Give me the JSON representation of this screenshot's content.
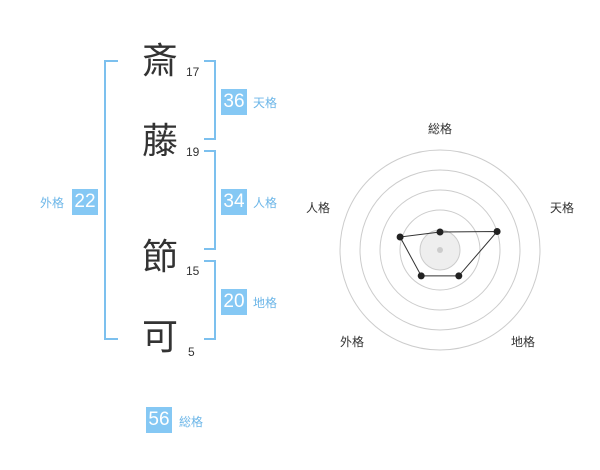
{
  "name": {
    "chars": [
      {
        "char": "斎",
        "strokes": "17"
      },
      {
        "char": "藤",
        "strokes": "19"
      },
      {
        "char": "節",
        "strokes": "15"
      },
      {
        "char": "可",
        "strokes": "5"
      }
    ]
  },
  "kaku": {
    "tenkaku": {
      "value": "36",
      "label": "天格"
    },
    "jinkaku": {
      "value": "34",
      "label": "人格"
    },
    "chikaku": {
      "value": "20",
      "label": "地格"
    },
    "gaikaku": {
      "value": "22",
      "label": "外格"
    },
    "soukaku": {
      "value": "56",
      "label": "総格"
    }
  },
  "chart_data": {
    "type": "radar",
    "axes": [
      "総格",
      "天格",
      "地格",
      "外格",
      "人格"
    ],
    "values": [
      0.45,
      1.5,
      0.8,
      0.8,
      1.05
    ],
    "rings": 4
  },
  "colors": {
    "badge": "#85c8f4",
    "label": "#6cb6e8",
    "bracket": "#7cc0ee"
  }
}
